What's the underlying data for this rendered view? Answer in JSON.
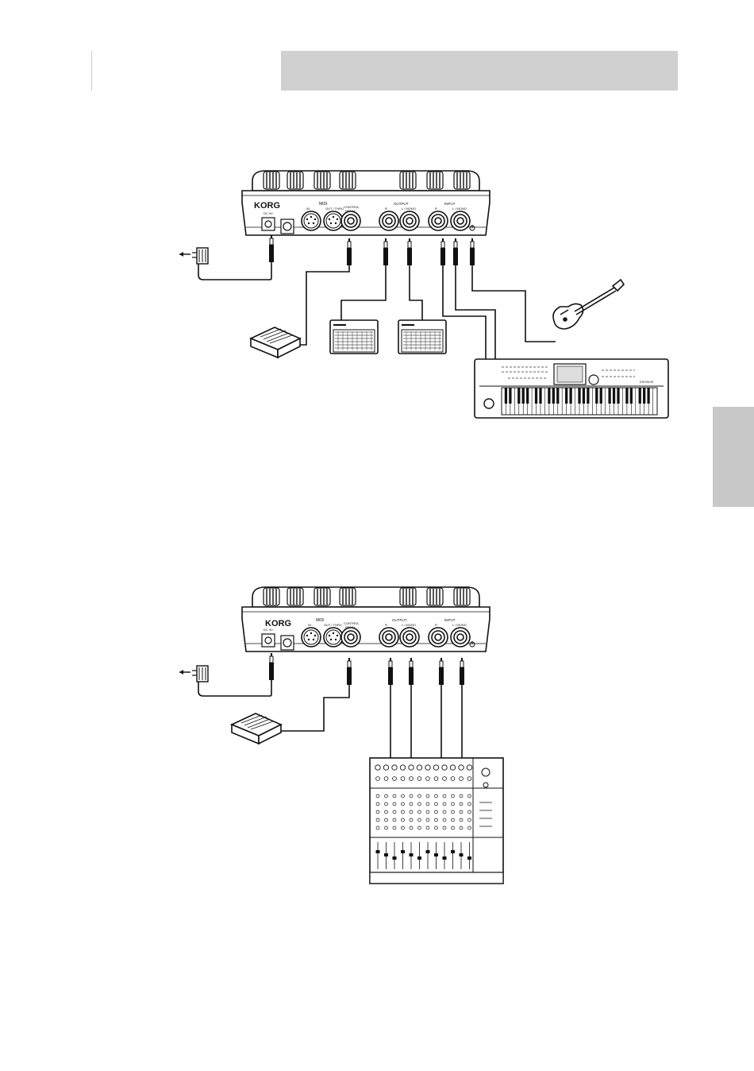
{
  "colors": {
    "header": "#d0d0d0",
    "tab": "#c8c8c8",
    "line": "#1a1a1a"
  },
  "device": {
    "brand": "KORG",
    "midi_label": "MIDI",
    "midi_in": "IN",
    "midi_out_thru": "OUT / THRU",
    "control_pedal_l1": "CONTROL",
    "control_pedal_l2": "PEDAL",
    "output_label": "OUTPUT",
    "input_label": "INPUT",
    "jack_r": "R",
    "jack_l_mono": "L / MONO",
    "dc": "DC 9V"
  },
  "keyboard": {
    "brand": "KRONOS"
  },
  "icons": [
    "power-adapter-icon",
    "expression-pedal-icon",
    "amplifier-icon",
    "guitar-icon",
    "keyboard-icon",
    "mixer-icon",
    "power-icon"
  ]
}
